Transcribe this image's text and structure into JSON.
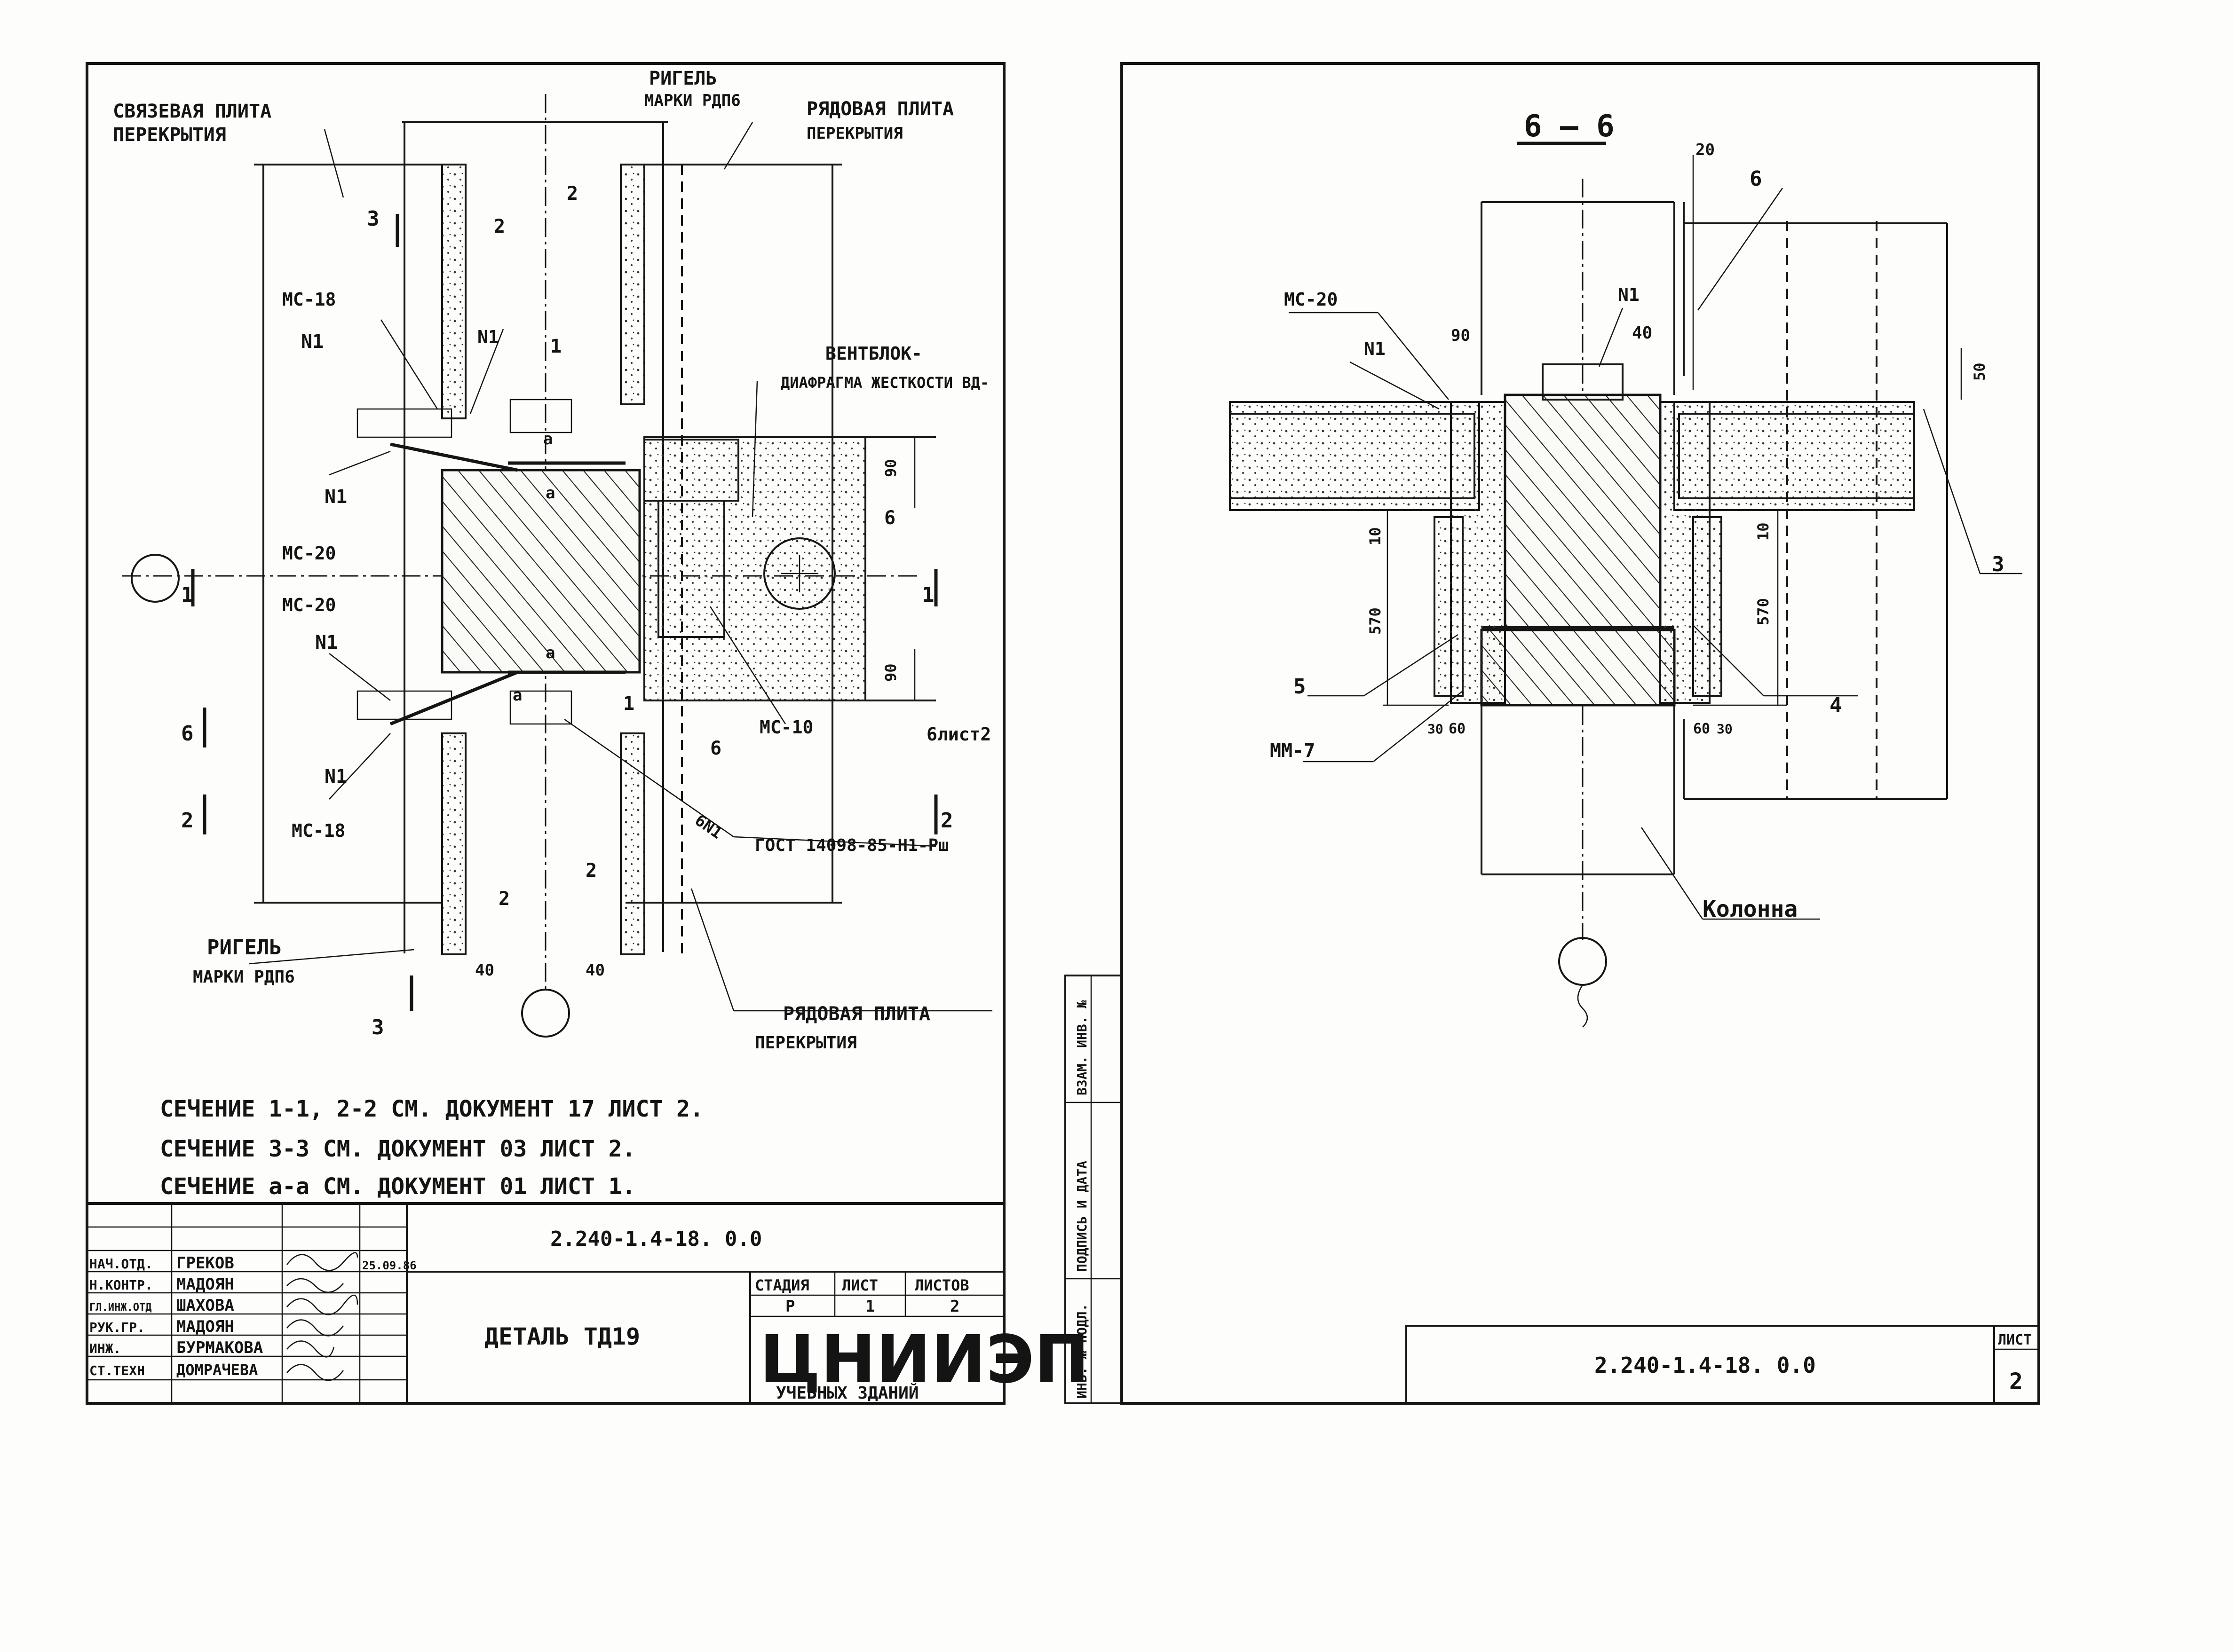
{
  "sheet1": {
    "labels": {
      "svyazevaya_1": "СВЯЗЕВАЯ ПЛИТА",
      "svyazevaya_2": "ПЕРЕКРЫТИЯ",
      "rigel_top_1": "РИГЕЛЬ",
      "rigel_top_2": "МАРКИ РДП6",
      "ryadovaya_top_1": "РЯДОВАЯ ПЛИТА",
      "ryadovaya_top_2": "ПЕРЕКРЫТИЯ",
      "ventblok_1": "ВЕНТБЛОК-",
      "ventblok_2": "ДИАФРАГМА ЖЕСТКОСТИ ВД-",
      "rigel_bot_1": "РИГЕЛЬ",
      "rigel_bot_2": "МАРКИ РДП6",
      "ryadovaya_bot_1": "РЯДОВАЯ ПЛИТА",
      "ryadovaya_bot_2": "ПЕРЕКРЫТИЯ",
      "gost": "ГОСТ 14098-85-Н1-Рш",
      "mc18_a": "МС-18",
      "mc18_b": "МС-18",
      "mc20_a": "МС-20",
      "mc20_b": "МС-20",
      "mc10": "МС-10",
      "n1_a": "N1",
      "n1_b": "N1",
      "n1_c": "N1",
      "n1_d": "N1",
      "n1_e": "N1",
      "six_n1": "6N1",
      "sec3_top": "3",
      "sec3_bot": "3",
      "sec1_left": "1",
      "sec1_right": "1",
      "sec6": "6",
      "sec6_sheet": "6лист2",
      "sec2_left": "2",
      "sec2_right": "2",
      "pos1": "1",
      "pos1b": "1",
      "pos2a": "2",
      "pos2b": "2",
      "pos2c": "2",
      "pos2d": "2",
      "pos6a": "6",
      "pos6b": "6",
      "a1": "а",
      "a2": "а",
      "a3": "а",
      "a4": "а",
      "d90a": "90",
      "d90b": "90",
      "d40a": "40",
      "d40b": "40"
    },
    "notes": [
      "СЕЧЕНИЕ 1-1, 2-2 СМ. ДОКУМЕНТ 17 ЛИСТ 2.",
      "СЕЧЕНИЕ 3-3 СМ. ДОКУМЕНТ 03 ЛИСТ 2.",
      "СЕЧЕНИЕ а-а СМ. ДОКУМЕНТ 01 ЛИСТ 1."
    ],
    "title_block": {
      "code": "2.240-1.4-18. 0.0",
      "title": "ДЕТАЛЬ ТД19",
      "stage_hdr": "СТАДИЯ",
      "sheet_hdr": "ЛИСТ",
      "sheets_hdr": "ЛИСТОВ",
      "stage": "Р",
      "sheet": "1",
      "sheets": "2",
      "org": "ЦНИИЭП",
      "org_sub": "УЧЕБНЫХ ЗДАНИЙ",
      "date": "25.09.86",
      "roles": [
        {
          "role": "НАЧ.ОТД.",
          "name": "ГРЕКОВ"
        },
        {
          "role": "Н.КОНТР.",
          "name": "МАДОЯН"
        },
        {
          "role": "ГЛ.ИНЖ.ОТД",
          "name": "ШАХОВА"
        },
        {
          "role": "РУК.ГР.",
          "name": "МАДОЯН"
        },
        {
          "role": "ИНЖ.",
          "name": "БУРМАКОВА"
        },
        {
          "role": "СТ.ТЕХН",
          "name": "ДОМРАЧЕВА"
        }
      ]
    }
  },
  "sheet2": {
    "section_title": "6 – 6",
    "labels": {
      "mc20": "МС-20",
      "n1_left": "N1",
      "n1_top": "N1",
      "mm7": "ММ-7",
      "kolonna": "Колонна",
      "p3": "3",
      "p4": "4",
      "p5": "5",
      "p6": "6"
    },
    "dims": {
      "d20": "20",
      "d90": "90",
      "d40": "40",
      "d50": "50",
      "d10a": "10",
      "d10b": "10",
      "d570a": "570",
      "d570b": "570",
      "d30a": "30",
      "d60a": "60",
      "d60b": "60",
      "d30b": "30"
    },
    "side_stamp": [
      "ИНВ. № ПОДЛ.",
      "ПОДПИСЬ И ДАТА",
      "ВЗАМ. ИНВ. №"
    ],
    "title_block": {
      "code": "2.240-1.4-18. 0.0",
      "sheet_hdr": "ЛИСТ",
      "sheet": "2"
    }
  }
}
